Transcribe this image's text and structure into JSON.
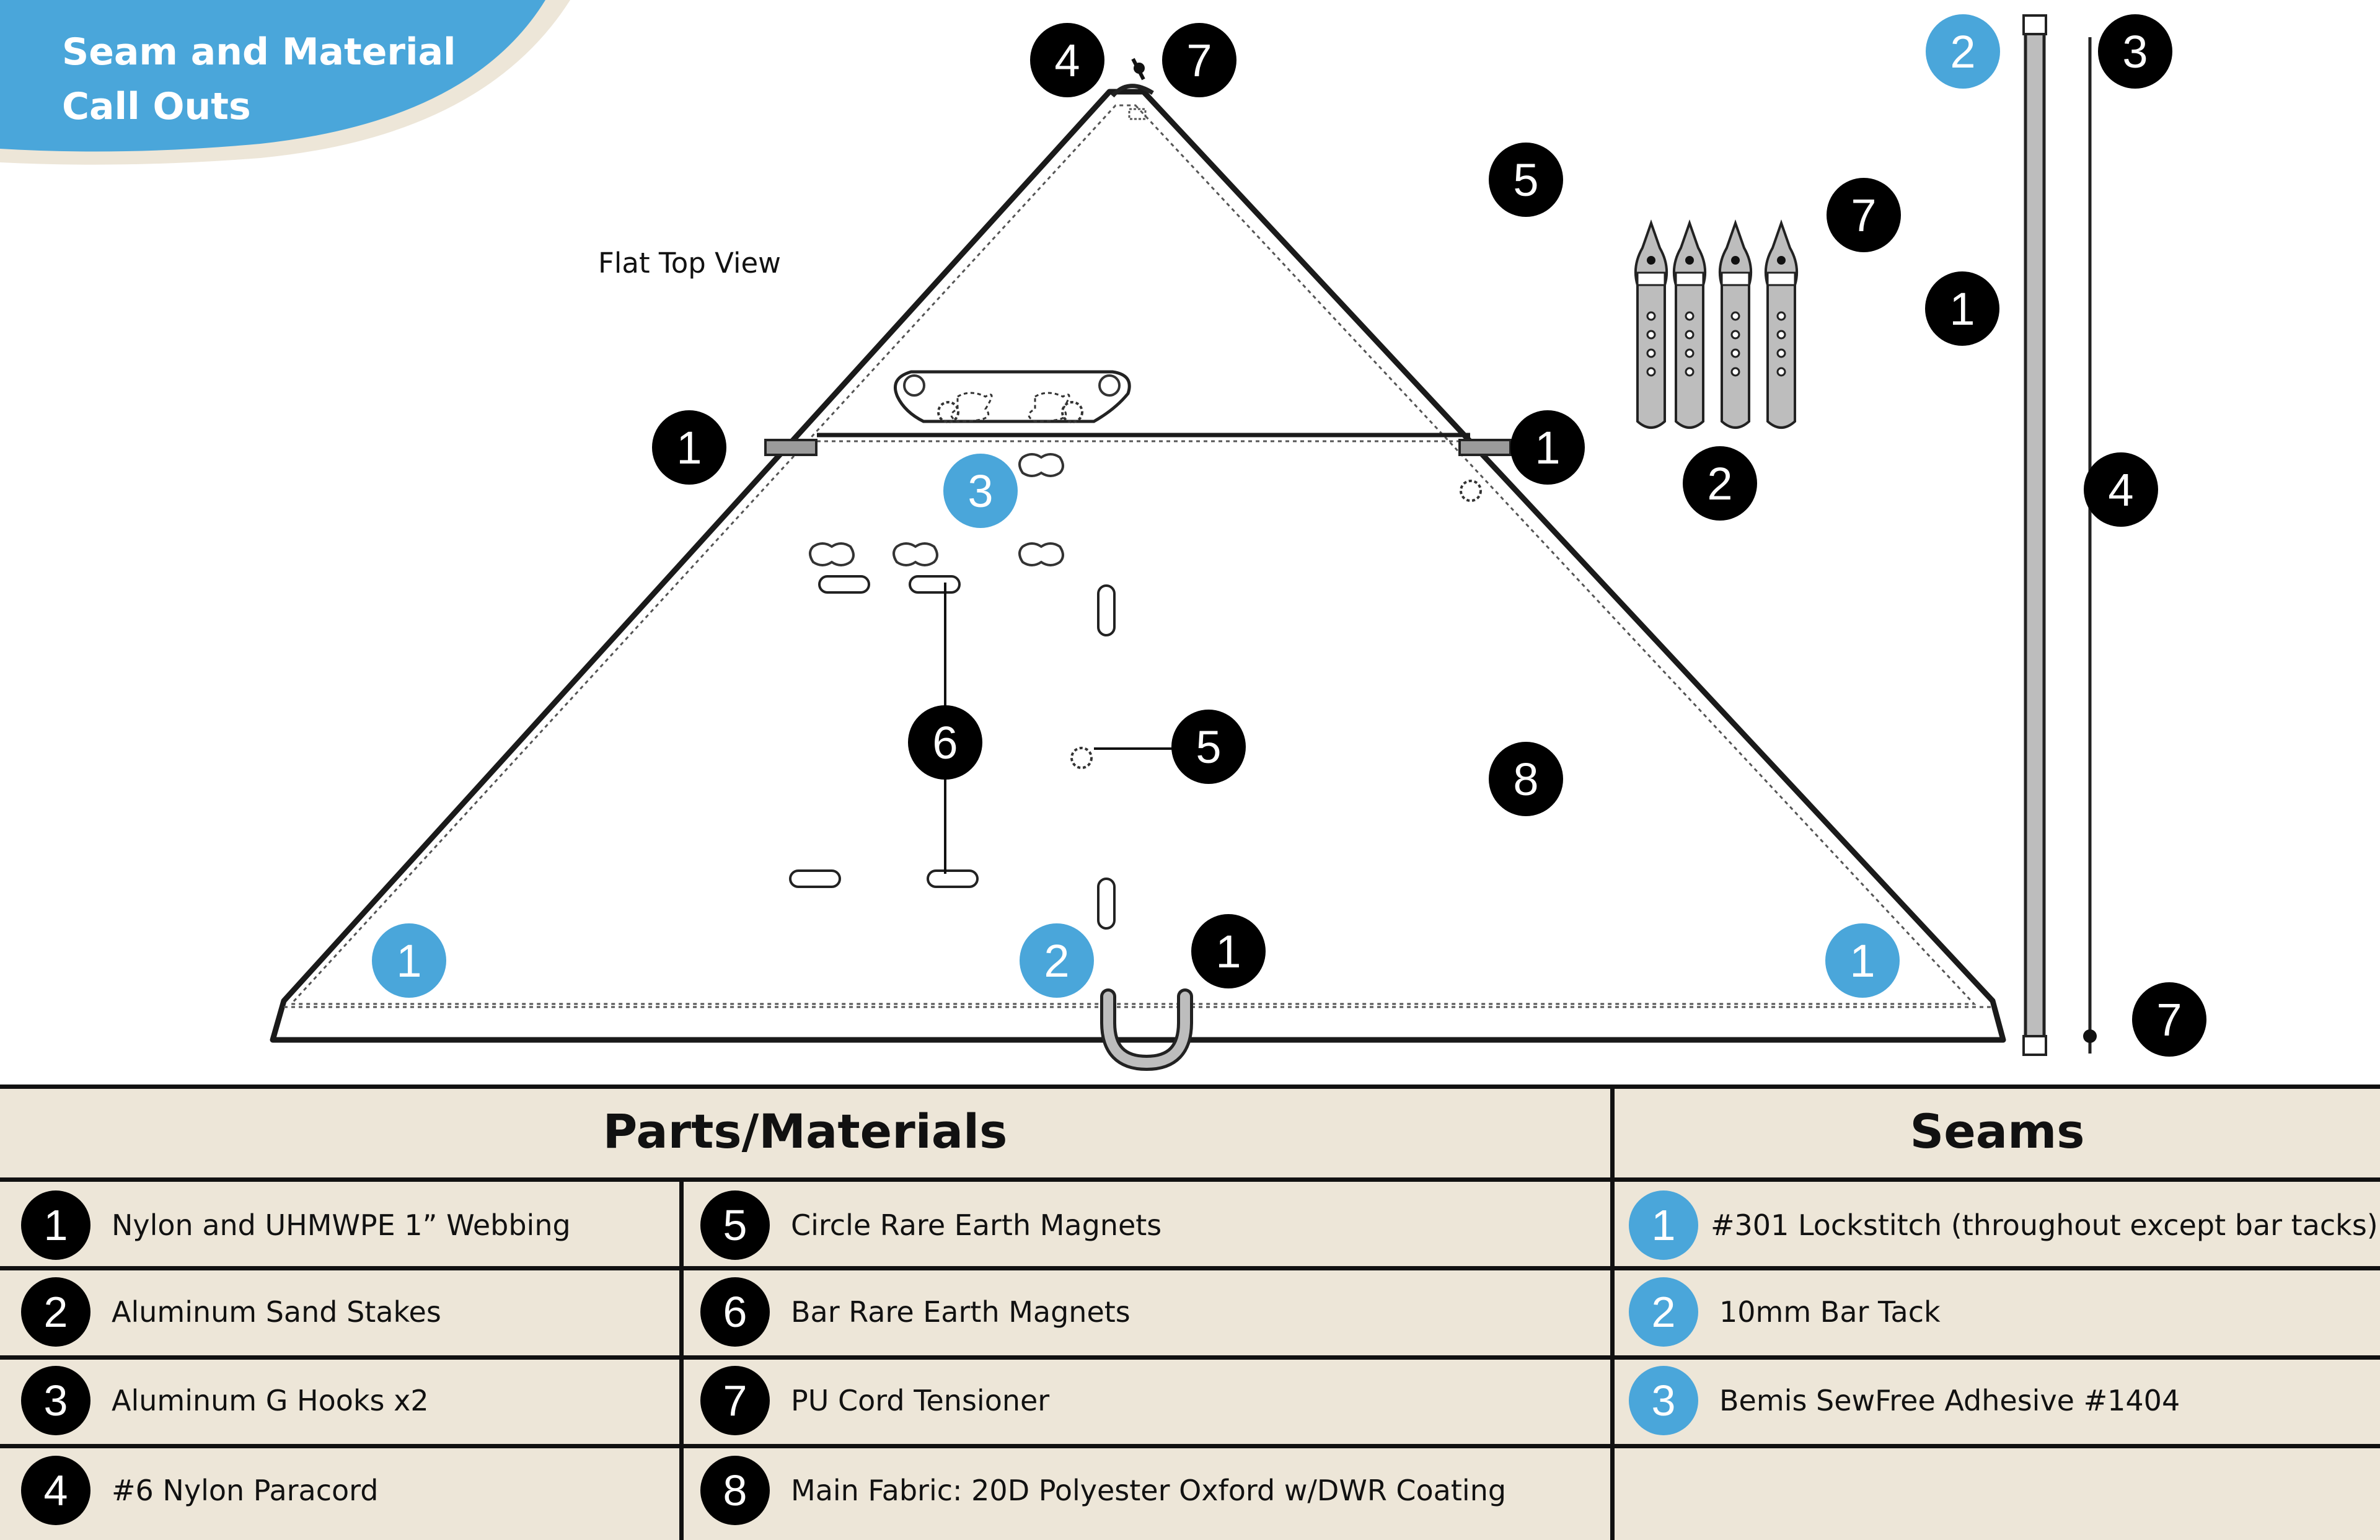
{
  "corner_title": {
    "line1": "Seam and Material",
    "line2": "Call Outs"
  },
  "view_label": "Flat Top View",
  "colors": {
    "accent_blue": "#4aa6da",
    "part_black": "#000000",
    "legend_bg": "#ede6d8",
    "corner_bg": "#4aa6da",
    "corner_ring": "#ede6d8"
  },
  "callouts": {
    "top_4": "4",
    "top_7": "7",
    "upper_5": "5",
    "upper_7": "7",
    "right_1": "1",
    "left_1": "1",
    "center_right_1": "1",
    "seam_3": "3",
    "stakes_2": "2",
    "magnet_6": "6",
    "magnet_5": "5",
    "fabric_8": "8",
    "bottom_seam_1_left": "1",
    "bottom_seam_2": "2",
    "bottom_1": "1",
    "bottom_seam_1_right": "1",
    "pole_seam_2": "2",
    "pole_3": "3",
    "pole_4": "4",
    "pole_7": "7"
  },
  "legend": {
    "parts_header": "Parts/Materials",
    "seams_header": "Seams",
    "parts_left": [
      {
        "num": "1",
        "label": "Nylon and UHMWPE 1” Webbing"
      },
      {
        "num": "2",
        "label": "Aluminum Sand Stakes"
      },
      {
        "num": "3",
        "label": "Aluminum G Hooks x2"
      },
      {
        "num": "4",
        "label": "#6 Nylon Paracord"
      }
    ],
    "parts_right": [
      {
        "num": "5",
        "label": "Circle Rare Earth Magnets"
      },
      {
        "num": "6",
        "label": "Bar Rare Earth Magnets"
      },
      {
        "num": "7",
        "label": "PU Cord Tensioner"
      },
      {
        "num": "8",
        "label": "Main Fabric: 20D Polyester Oxford w/DWR Coating"
      }
    ],
    "seams": [
      {
        "num": "1",
        "label": "#301 Lockstitch (throughout except bar tacks)"
      },
      {
        "num": "2",
        "label": "10mm Bar Tack"
      },
      {
        "num": "3",
        "label": "Bemis SewFree Adhesive #1404"
      }
    ]
  }
}
